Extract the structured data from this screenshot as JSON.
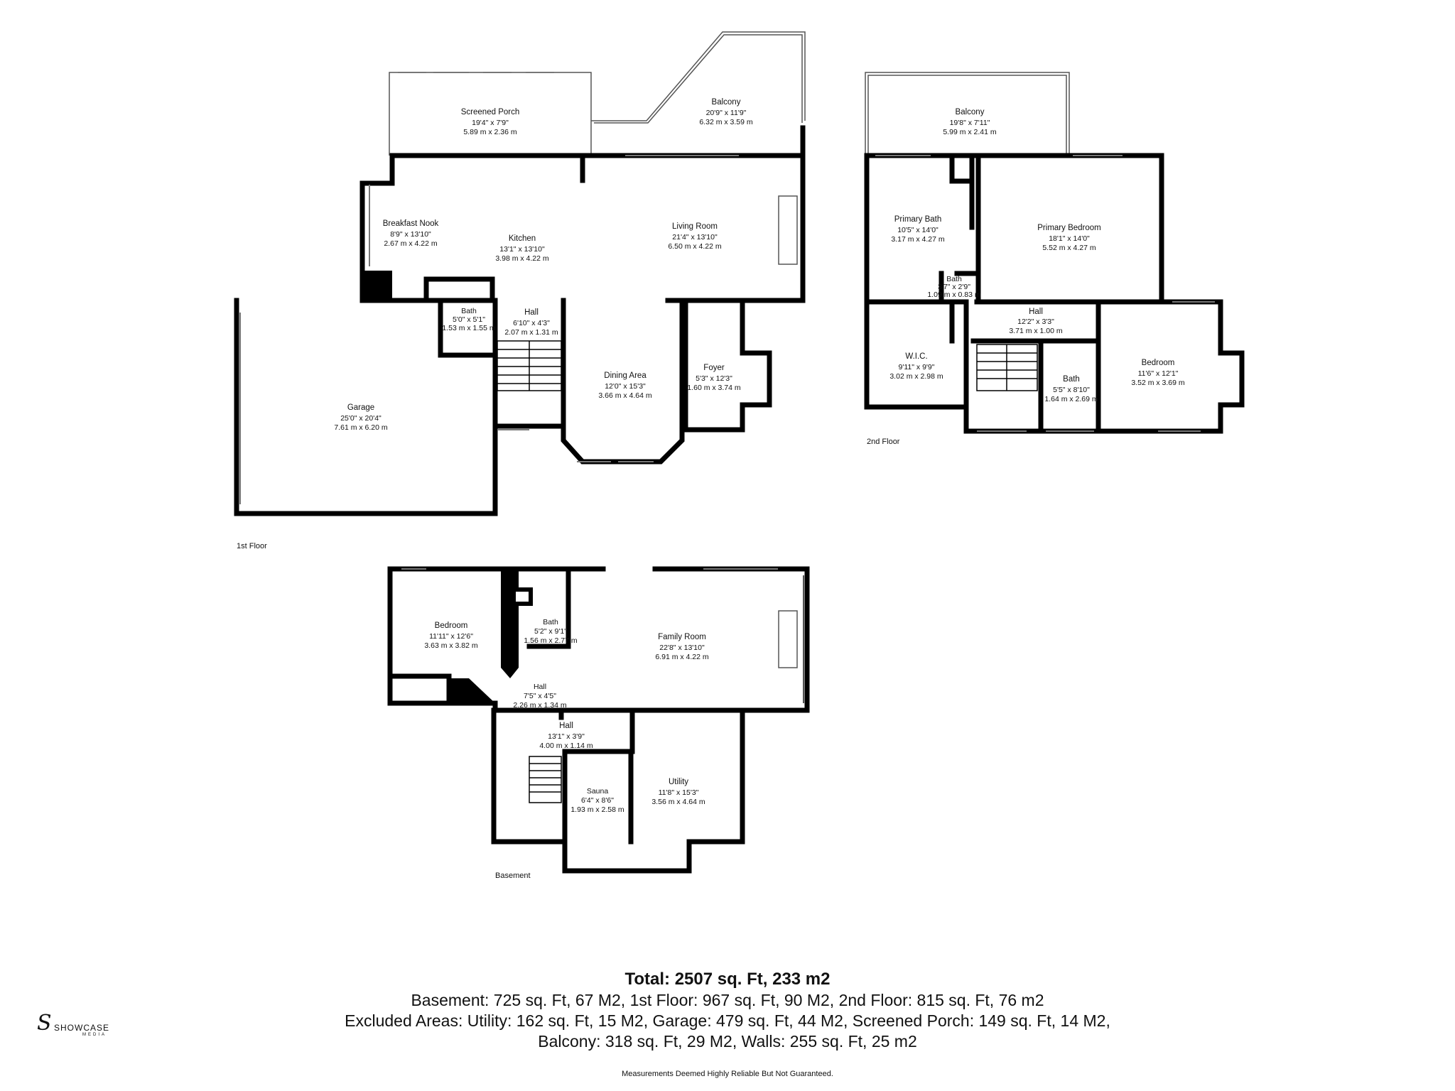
{
  "floors": [
    {
      "label": "1st Floor",
      "rooms": [
        {
          "name": "Screened Porch",
          "imperial": "19'4\" x 7'9\"",
          "metric": "5.89 m x 2.36 m"
        },
        {
          "name": "Balcony",
          "imperial": "20'9\" x 11'9\"",
          "metric": "6.32 m x 3.59 m"
        },
        {
          "name": "Breakfast Nook",
          "imperial": "8'9\" x 13'10\"",
          "metric": "2.67 m x 4.22 m"
        },
        {
          "name": "Kitchen",
          "imperial": "13'1\" x 13'10\"",
          "metric": "3.98 m x 4.22 m"
        },
        {
          "name": "Living Room",
          "imperial": "21'4\" x 13'10\"",
          "metric": "6.50 m x 4.22 m"
        },
        {
          "name": "Bath",
          "imperial": "5'0\" x 5'1\"",
          "metric": "1.53 m x 1.55 m"
        },
        {
          "name": "Hall",
          "imperial": "6'10\" x 4'3\"",
          "metric": "2.07 m x 1.31 m"
        },
        {
          "name": "Garage",
          "imperial": "25'0\" x 20'4\"",
          "metric": "7.61 m x 6.20 m"
        },
        {
          "name": "Dining Area",
          "imperial": "12'0\" x 15'3\"",
          "metric": "3.66 m x 4.64 m"
        },
        {
          "name": "Foyer",
          "imperial": "5'3\" x 12'3\"",
          "metric": "1.60 m x 3.74 m"
        }
      ]
    },
    {
      "label": "2nd Floor",
      "rooms": [
        {
          "name": "Balcony",
          "imperial": "19'8\" x 7'11\"",
          "metric": "5.99 m x 2.41 m"
        },
        {
          "name": "Primary Bath",
          "imperial": "10'5\" x 14'0\"",
          "metric": "3.17 m x 4.27 m"
        },
        {
          "name": "Primary Bedroom",
          "imperial": "18'1\" x 14'0\"",
          "metric": "5.52 m x 4.27 m"
        },
        {
          "name": "Bath",
          "imperial": "3'7\" x 2'9\"",
          "metric": "1.09 m x 0.83 m"
        },
        {
          "name": "Hall",
          "imperial": "12'2\" x 3'3\"",
          "metric": "3.71 m x 1.00 m"
        },
        {
          "name": "W.I.C.",
          "imperial": "9'11\" x 9'9\"",
          "metric": "3.02 m x 2.98 m"
        },
        {
          "name": "Bath",
          "imperial": "5'5\" x 8'10\"",
          "metric": "1.64 m x 2.69 m"
        },
        {
          "name": "Bedroom",
          "imperial": "11'6\" x 12'1\"",
          "metric": "3.52 m x 3.69 m"
        }
      ]
    },
    {
      "label": "Basement",
      "rooms": [
        {
          "name": "Bedroom",
          "imperial": "11'11\" x 12'6\"",
          "metric": "3.63 m x 3.82 m"
        },
        {
          "name": "Bath",
          "imperial": "5'2\" x 9'1\"",
          "metric": "1.56 m x 2.77 m"
        },
        {
          "name": "Family Room",
          "imperial": "22'8\" x 13'10\"",
          "metric": "6.91 m x 4.22 m"
        },
        {
          "name": "Hall",
          "imperial": "7'5\" x 4'5\"",
          "metric": "2.26 m x 1.34 m"
        },
        {
          "name": "Hall",
          "imperial": "13'1\" x 3'9\"",
          "metric": "4.00 m x 1.14 m"
        },
        {
          "name": "Sauna",
          "imperial": "6'4\" x 8'6\"",
          "metric": "1.93 m x 2.58 m"
        },
        {
          "name": "Utility",
          "imperial": "11'8\" x 15'3\"",
          "metric": "3.56 m x 4.64 m"
        }
      ]
    }
  ],
  "summary": {
    "total": "Total: 2507 sq. Ft, 233 m2",
    "line1": "Basement: 725 sq. Ft, 67 M2, 1st Floor: 967 sq. Ft, 90 M2, 2nd Floor: 815 sq. Ft, 76 m2",
    "line2": "Excluded Areas: Utility: 162 sq. Ft, 15 M2, Garage: 479 sq. Ft, 44 M2, Screened Porch: 149 sq. Ft, 14 M2,",
    "line3": "Balcony: 318 sq. Ft, 29 M2, Walls: 255 sq. Ft, 25 m2"
  },
  "disclaimer": "Measurements Deemed Highly Reliable But Not Guaranteed.",
  "logo": {
    "mark": "S",
    "word": "SHOWCASE",
    "sub": "MEDIA"
  },
  "colors": {
    "walls": "#000000",
    "background": "#ffffff",
    "windows": "#777777"
  }
}
